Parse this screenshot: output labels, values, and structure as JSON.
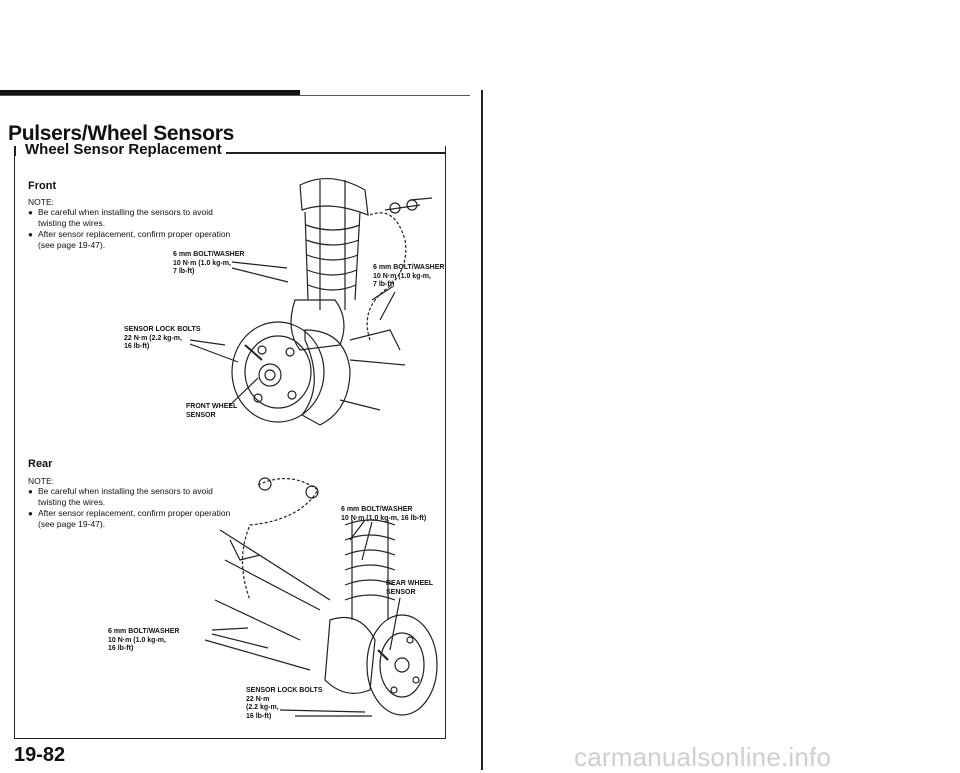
{
  "page": {
    "title": "Pulsers/Wheel Sensors",
    "subtitle": "Wheel Sensor Replacement",
    "page_number": "19-82",
    "watermark": "carmanualsonline.info"
  },
  "front": {
    "heading": "Front",
    "note_label": "NOTE:",
    "notes": [
      "Be careful when installing the sensors to avoid twisting the wires.",
      "After sensor replacement, confirm proper operation (see page 19-47)."
    ],
    "callouts": {
      "bolt_washer_left": "6 mm BOLT/WASHER\n10 N·m (1.0 kg-m,\n7 lb-ft)",
      "bolt_washer_right": "6 mm BOLT/WASHER\n10 N·m (1.0 kg-m,\n7 lb-ft)",
      "sensor_lock_bolts": "SENSOR LOCK BOLTS\n22 N·m (2.2 kg-m,\n16 lb-ft)",
      "front_wheel_sensor": "FRONT WHEEL\nSENSOR"
    }
  },
  "rear": {
    "heading": "Rear",
    "note_label": "NOTE:",
    "notes": [
      "Be careful when installing the sensors to avoid twisting the wires.",
      "After sensor replacement, confirm proper operation (see page 19-47)."
    ],
    "callouts": {
      "bolt_washer_top": "6 mm BOLT/WASHER\n10 N·m (1.0 kg-m, 16 lb-ft)",
      "rear_wheel_sensor": "REAR WHEEL\nSENSOR",
      "bolt_washer_left": "6 mm BOLT/WASHER\n10 N·m (1.0 kg-m,\n16 lb-ft)",
      "sensor_lock_bolts": "SENSOR LOCK BOLTS\n22 N·m\n(2.2 kg-m,\n16 lb-ft)"
    }
  }
}
